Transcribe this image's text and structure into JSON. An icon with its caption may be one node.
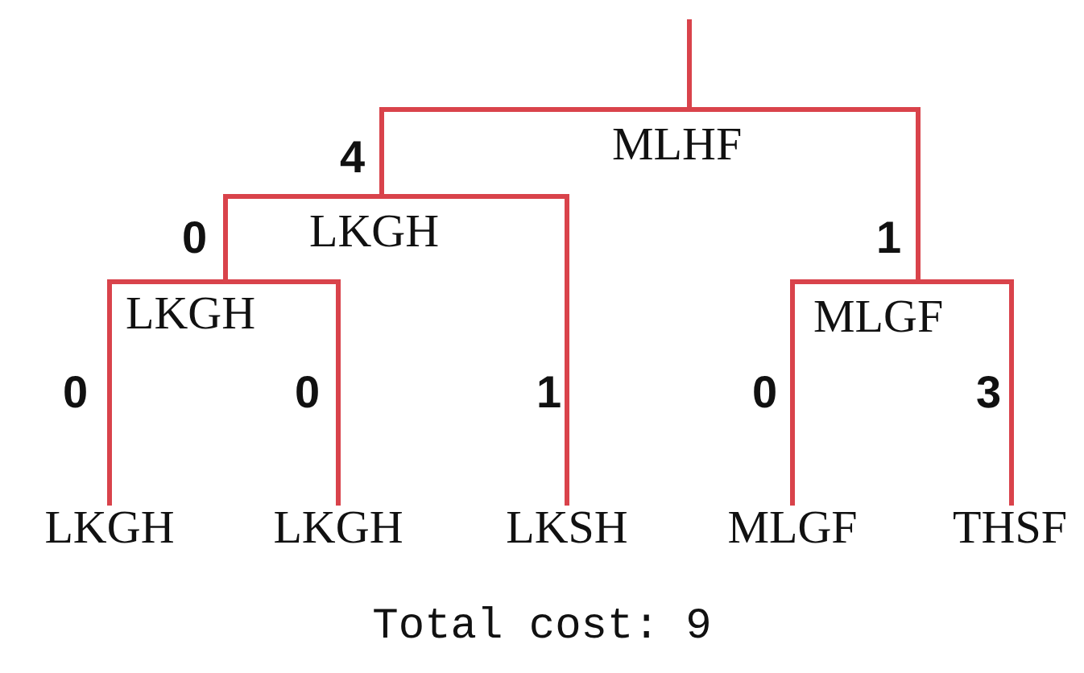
{
  "diagram": {
    "caption": "Total cost: 9",
    "nodes": [
      {
        "text": [
          "MLHF"
        ]
      },
      {
        "text": [
          "LKGH"
        ]
      },
      {
        "text": [
          "LKGH"
        ]
      },
      {
        "text": [
          "MLGF"
        ]
      },
      {
        "text": [
          "LKGH"
        ]
      },
      {
        "text": [
          "LKGH"
        ]
      },
      {
        "text": [
          "LKSH"
        ]
      },
      {
        "text": [
          "MLGF"
        ]
      },
      {
        "text": [
          "THSF"
        ]
      }
    ],
    "edges": [
      {
        "from": null,
        "to": 0,
        "arrow": "none"
      },
      {
        "from": 0,
        "to": 1,
        "arrow": "none",
        "label": "4"
      },
      {
        "from": 0,
        "to": 3,
        "arrow": "none",
        "label": "1"
      },
      {
        "from": 1,
        "to": 2,
        "arrow": "none",
        "label": "0"
      },
      {
        "from": 1,
        "to": 6,
        "arrow": "none",
        "label": "1"
      },
      {
        "from": 2,
        "to": 4,
        "arrow": "none",
        "label": "0"
      },
      {
        "from": 2,
        "to": 5,
        "arrow": "none",
        "label": "0"
      },
      {
        "from": 3,
        "to": 7,
        "arrow": "none",
        "label": "0"
      },
      {
        "from": 3,
        "to": 8,
        "arrow": "none",
        "label": "3"
      }
    ]
  }
}
